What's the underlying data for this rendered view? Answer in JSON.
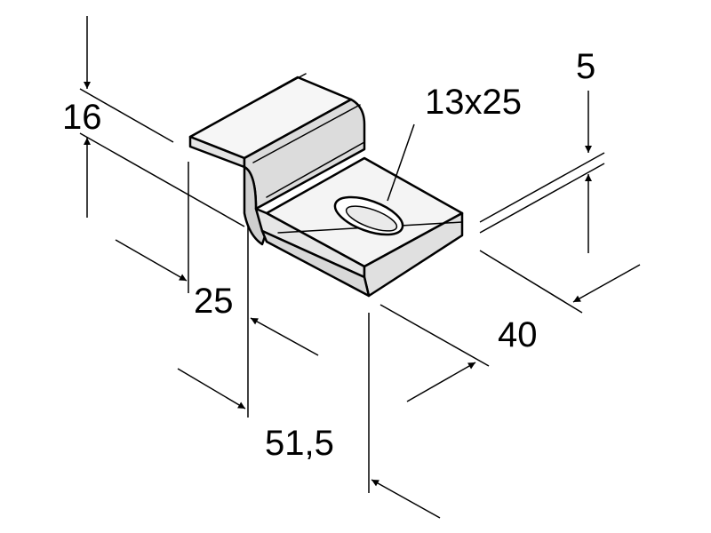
{
  "diagram": {
    "dimensions": {
      "height": "16",
      "slot": "13x25",
      "thickness": "5",
      "offset": "25",
      "width": "40",
      "length": "51,5"
    }
  }
}
